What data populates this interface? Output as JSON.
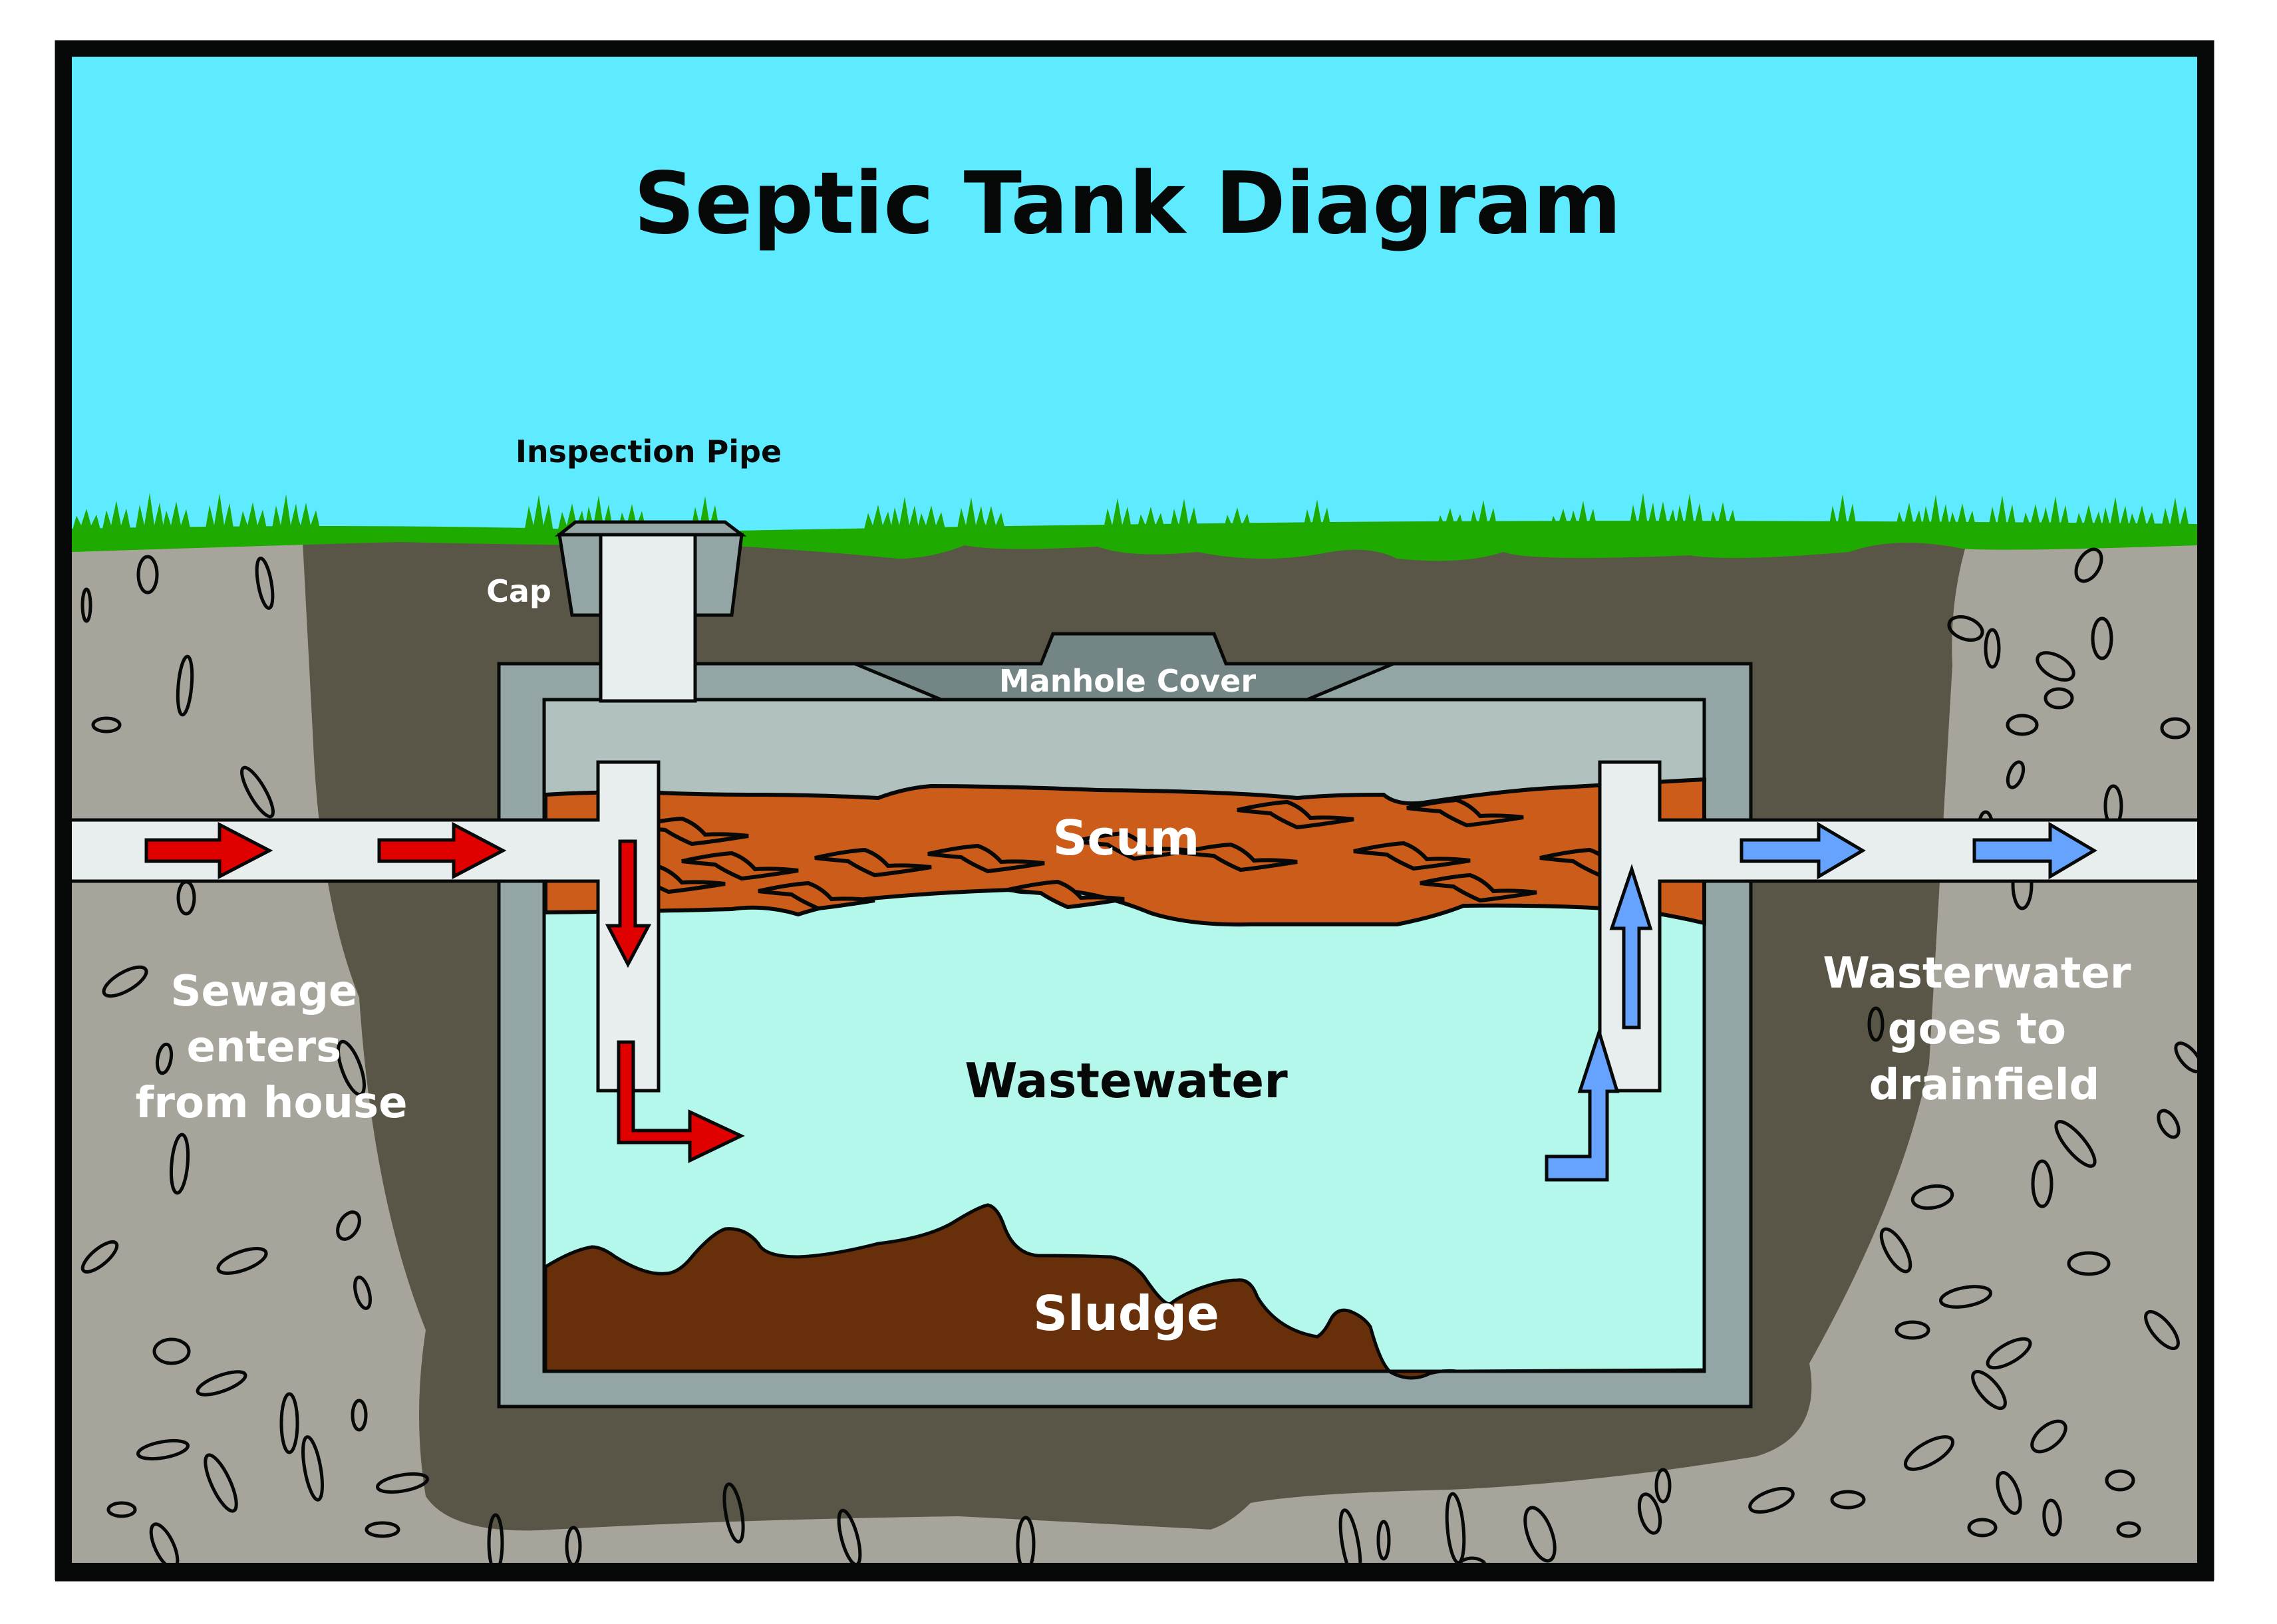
{
  "title": "Septic Tank Diagram",
  "labels": {
    "inspection_pipe": "Inspection Pipe",
    "cap": "Cap",
    "manhole_cover": "Manhole Cover",
    "scum": "Scum",
    "wastewater": "Wastewater",
    "sludge": "Sludge",
    "inlet_lines": [
      "Sewage",
      "enters",
      "from house"
    ],
    "outlet_lines": [
      "Wasterwater",
      "goes to",
      "drainfield"
    ]
  },
  "colors": {
    "sky": "#5eebff",
    "grass": "#1faa00",
    "soil_dark": "#5a5647",
    "soil_light": "#a7a49b",
    "tank_wall": "#93a5a4",
    "tank_air": "#b1c1c0",
    "manhole": "#738584",
    "pipe": "#e8eeee",
    "scum": "#cb5c19",
    "wastewater": "#b4f8ec",
    "sludge": "#68300a",
    "inflow_arrow": "#e00000",
    "outflow_arrow": "#66a3ff",
    "frame": "#070908",
    "text_dark": "#070908",
    "text_light": "#ffffff"
  },
  "flow": {
    "inflow_direction": "house → tank (downward through inlet baffle)",
    "outflow_direction": "tank → drainfield (upward through outlet baffle)"
  }
}
